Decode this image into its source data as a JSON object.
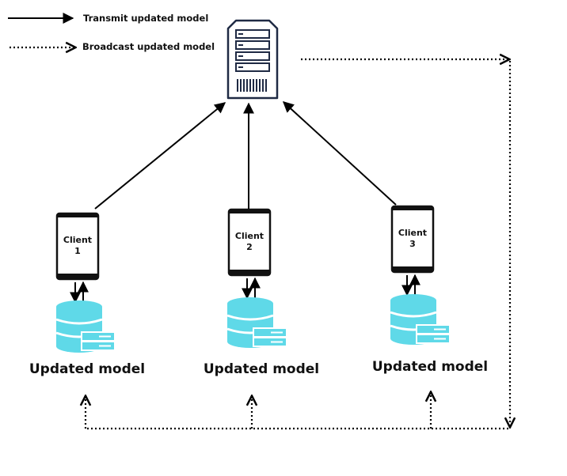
{
  "legend": {
    "transmit_label": "Transmit updated model",
    "broadcast_label": "Broadcast updated model"
  },
  "server": {
    "icon": "server-rack-icon"
  },
  "clients": [
    {
      "name": "Client",
      "number": "1",
      "model_label": "Updated model"
    },
    {
      "name": "Client",
      "number": "2",
      "model_label": "Updated model"
    },
    {
      "name": "Client",
      "number": "3",
      "model_label": "Updated model"
    }
  ],
  "colors": {
    "line": "#000000",
    "server_stroke": "#1f2a44",
    "database": "#5fd9e8",
    "database_stripe": "#ffffff",
    "phone": "#111111"
  }
}
